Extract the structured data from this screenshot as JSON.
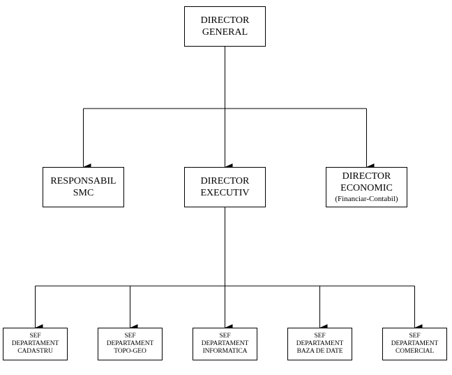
{
  "nodes": {
    "director_general": [
      "DIRECTOR",
      "GENERAL"
    ],
    "responsabil_smc": [
      "RESPONSABIL",
      "SMC"
    ],
    "director_executiv": [
      "DIRECTOR",
      "EXECUTIV"
    ],
    "director_economic": [
      "DIRECTOR",
      "ECONOMIC",
      "(Financiar-Contabil)"
    ],
    "sef_cadastru": [
      "SEF",
      "DEPARTAMENT",
      "CADASTRU"
    ],
    "sef_topo_geo": [
      "SEF",
      "DEPARTAMENT",
      "TOPO-GEO"
    ],
    "sef_informatica": [
      "SEF",
      "DEPARTAMENT",
      "INFORMATICA"
    ],
    "sef_baza_de_date": [
      "SEF",
      "DEPARTAMENT",
      "BAZA DE DATE"
    ],
    "sef_comercial": [
      "SEF",
      "DEPARTAMENT",
      "COMERCIAL"
    ]
  },
  "colors": {
    "line": "#000000",
    "box_border": "#000000",
    "background": "#ffffff"
  }
}
